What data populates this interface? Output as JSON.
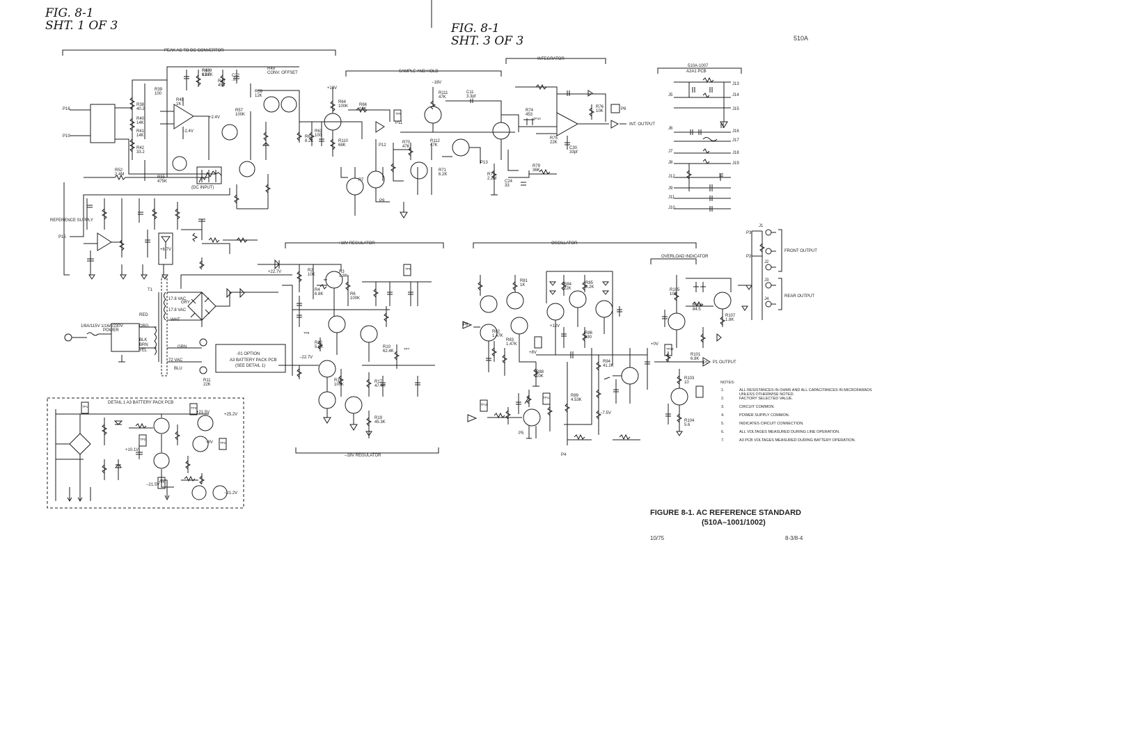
{
  "document": {
    "sheet_label_1": "FIG. 8-1",
    "sheet_sub_1": "SHT. 1 OF 3",
    "sheet_label_3": "FIG. 8-1",
    "sheet_sub_3": "SHT. 3 OF 3",
    "model": "510A",
    "caption_line1": "FIGURE 8-1.  AC REFERENCE STANDARD",
    "caption_line2": "(510A–1001/1002)",
    "date": "10/75",
    "page": "8-3/8-4"
  },
  "sections": {
    "peak_converter": "PEAK AC TO DC CONVERTOR",
    "sample_hold": "SAMPLE AND HOLD",
    "integrator": "INTEGRATOR",
    "reg_pos": "+18V REGULATOR",
    "reg_neg": "–18V REGULATOR",
    "oscillator": "OSCILLATOR",
    "overload": "OVERLOAD INDICATOR",
    "reference_supply": "REFERENCE SUPPLY",
    "detail": "DETAIL 1 A3 BATTERY PACK PCB",
    "a2a1": "A2A1 PCB",
    "a2a1_part": "510A-1007",
    "battery_pack": "A3 BATTERY PACK PCB",
    "battery_pack_sub": "(SEE DETAIL 1)",
    "option": "-01 OPTION",
    "front_output": "FRONT OUTPUT",
    "rear_output": "REAR OUTPUT",
    "int_output": "INT. OUTPUT",
    "p1_output": "P1 OUTPUT",
    "dc_input": "(DC INPUT)"
  },
  "notes": {
    "title": "NOTES:",
    "items": [
      "ALL RESISTANCES IN OHMS AND ALL CAPACITANCES IN MICROFARADS UNLESS OTHERWISE NOTED.",
      "FACTORY SELECTED VALUE.",
      "CIRCUIT COMMON.",
      "POWER SUPPLY COMMON.",
      "INDICATES CIRCUIT CONNECTION.",
      "ALL VOLTAGES MEASURED DURING LINE OPERATION.",
      "A3 PCB VOLTAGES MEASURED DURING BATTERY OPERATION."
    ]
  },
  "components": [
    {
      "ref": "R43",
      "val": "13.7K"
    },
    {
      "ref": "R47",
      "val": "453"
    },
    {
      "ref": "C22",
      "val": ".01"
    },
    {
      "ref": "R49",
      "val": "CONV. OFFSET"
    },
    {
      "ref": "R39",
      "val": "100"
    },
    {
      "ref": "R45",
      "val": "1K"
    },
    {
      "ref": "R38",
      "val": "40.2"
    },
    {
      "ref": "R40",
      "val": "14K"
    },
    {
      "ref": "R41",
      "val": "14K"
    },
    {
      "ref": "R42",
      "val": "33.2"
    },
    {
      "ref": "R52",
      "val": "2.4M"
    },
    {
      "ref": "R55",
      "val": "475K"
    },
    {
      "ref": "R57",
      "val": "100K"
    },
    {
      "ref": "R59",
      "val": "12K"
    },
    {
      "ref": "R62",
      "val": "8.2K"
    },
    {
      "ref": "R63",
      "val": "100"
    },
    {
      "ref": "R64",
      "val": "100K"
    },
    {
      "ref": "R66",
      "val": "10K"
    },
    {
      "ref": "R110",
      "val": "68K"
    },
    {
      "ref": "R111",
      "val": "47K"
    },
    {
      "ref": "C11",
      "val": "3.3pf"
    },
    {
      "ref": "R70",
      "val": "47K"
    },
    {
      "ref": "R112",
      "val": "47K"
    },
    {
      "ref": "R71",
      "val": "6.2K"
    },
    {
      "ref": "R73",
      "val": "2.2M"
    },
    {
      "ref": "C24",
      "val": "33"
    },
    {
      "ref": "R79",
      "val": "36K"
    },
    {
      "ref": "R76",
      "val": "10K"
    },
    {
      "ref": "C30",
      "val": "33pf"
    },
    {
      "ref": "R74",
      "val": "453"
    },
    {
      "ref": "R75",
      "val": "22K"
    },
    {
      "ref": "R2",
      "val": "10K"
    },
    {
      "ref": "R3",
      "val": "1.8K"
    },
    {
      "ref": "R4",
      "val": "6.8K"
    },
    {
      "ref": "R6",
      "val": "100K"
    },
    {
      "ref": "R10",
      "val": "62.4K"
    },
    {
      "ref": "R11",
      "val": "22K"
    },
    {
      "ref": "R12",
      "val": "5.6K"
    },
    {
      "ref": "R16",
      "val": "100K"
    },
    {
      "ref": "R17",
      "val": "47.4K"
    },
    {
      "ref": "R19",
      "val": "45.3K"
    },
    {
      "ref": "R81",
      "val": "1K"
    },
    {
      "ref": "R82",
      "val": "1.47K"
    },
    {
      "ref": "R83",
      "val": "1.47K"
    },
    {
      "ref": "R84",
      "val": "22K"
    },
    {
      "ref": "R85",
      "val": "8.2K"
    },
    {
      "ref": "R86",
      "val": "330"
    },
    {
      "ref": "R88",
      "val": "10K"
    },
    {
      "ref": "R89",
      "val": "4.53K"
    },
    {
      "ref": "R94",
      "val": "41.2K"
    },
    {
      "ref": "R101",
      "val": "6.8K"
    },
    {
      "ref": "R103",
      "val": "10"
    },
    {
      "ref": "R104",
      "val": "5.6"
    },
    {
      "ref": "R105",
      "val": "100"
    },
    {
      "ref": "R106",
      "val": "84.5"
    },
    {
      "ref": "R107",
      "val": "1.8K"
    },
    {
      "ref": "R108",
      "val": "6.8K"
    }
  ],
  "voltages": [
    "+18V",
    "−18V",
    "+2.4V",
    "−2.4V",
    "+22.7V",
    "−22.7V",
    "+6.7V",
    "+21.5V",
    "−21.5V",
    "+25.2V",
    "−21.2V",
    "+10.1V",
    "−8V",
    "+8V",
    "+0V",
    "+12V",
    "−7.5V"
  ],
  "transformer": {
    "t1": "T1",
    "sec1": "17.8 VAC",
    "sec2": "17.8 VAC",
    "sec3": "72 VAC",
    "fuse": "1/8A/115V 1/16A/230V",
    "power": "POWER",
    "leads": [
      "RED",
      "GRN",
      "GRY",
      "BLK",
      "BRN",
      "WHT",
      "YEL",
      "BLU",
      "ORG"
    ]
  },
  "connectors": [
    "P15",
    "P16",
    "P10",
    "P11",
    "P12",
    "P13",
    "P9",
    "P8",
    "P7",
    "P6",
    "P5",
    "P4",
    "P3",
    "P2",
    "P1",
    "J1",
    "J2",
    "J3",
    "J4",
    "J5",
    "J6",
    "J7",
    "J8",
    "J9",
    "J10",
    "J11",
    "J12",
    "J13",
    "J14",
    "J15",
    "J16",
    "J17",
    "J18",
    "J19"
  ],
  "test_points": [
    "TP1",
    "TP2",
    "TP3",
    "TP4",
    "TP5",
    "TP6",
    "TP7",
    "TP8",
    "TP9",
    "TP10",
    "TP11",
    "TP12",
    "TP13"
  ]
}
